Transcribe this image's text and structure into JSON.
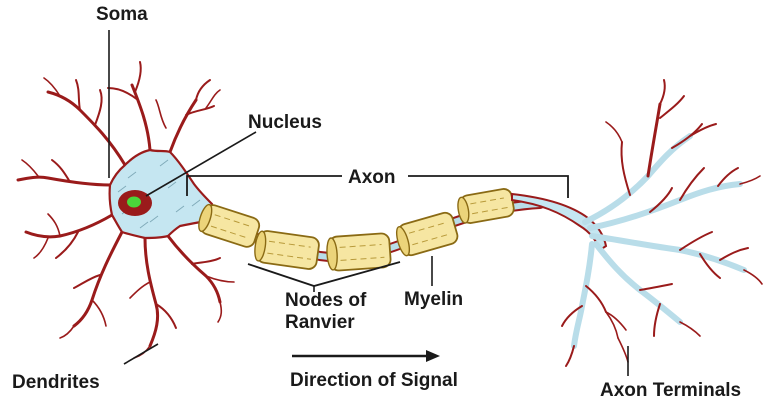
{
  "labels": {
    "soma": "Soma",
    "nucleus": "Nucleus",
    "axon": "Axon",
    "nodes_of_ranvier_line1": "Nodes of",
    "nodes_of_ranvier_line2": "Ranvier",
    "myelin": "Myelin",
    "dendrites": "Dendrites",
    "direction_of_signal": "Direction of Signal",
    "axon_terminals": "Axon Terminals"
  },
  "colors": {
    "cell_body": "#c5e6f1",
    "membrane": "#9a1b1b",
    "nucleus": "#9a1b1b",
    "nucleolus": "#4bd63a",
    "myelin": "#f6e6a2",
    "label_text": "#1a1a1a"
  }
}
